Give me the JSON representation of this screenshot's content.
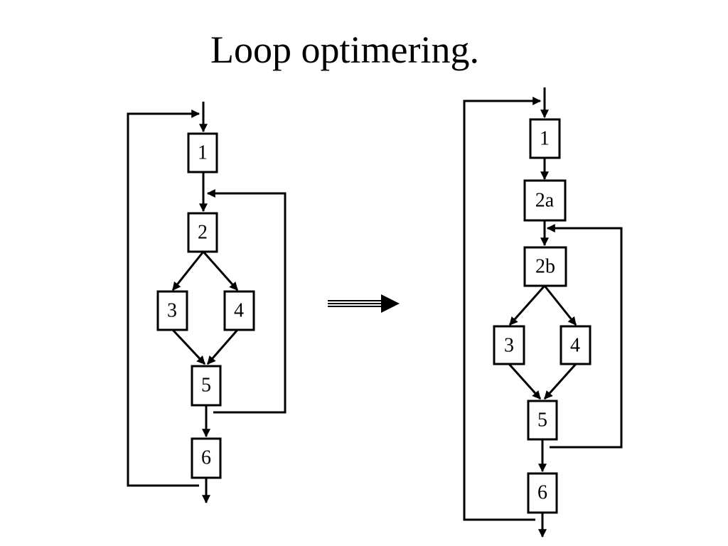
{
  "title": "Loop optimering.",
  "colors": {
    "background": "#ffffff",
    "foreground": "#000000"
  },
  "diagrams": {
    "before": {
      "nodes": [
        {
          "id": "b1",
          "label": "1"
        },
        {
          "id": "b2",
          "label": "2"
        },
        {
          "id": "b3",
          "label": "3"
        },
        {
          "id": "b4",
          "label": "4"
        },
        {
          "id": "b5",
          "label": "5"
        },
        {
          "id": "b6",
          "label": "6"
        }
      ]
    },
    "after": {
      "nodes": [
        {
          "id": "a1",
          "label": "1"
        },
        {
          "id": "a2a",
          "label": "2a"
        },
        {
          "id": "a2b",
          "label": "2b"
        },
        {
          "id": "a3",
          "label": "3"
        },
        {
          "id": "a4",
          "label": "4"
        },
        {
          "id": "a5",
          "label": "5"
        },
        {
          "id": "a6",
          "label": "6"
        }
      ]
    },
    "transform_arrow": "double-arrow-right-icon"
  }
}
